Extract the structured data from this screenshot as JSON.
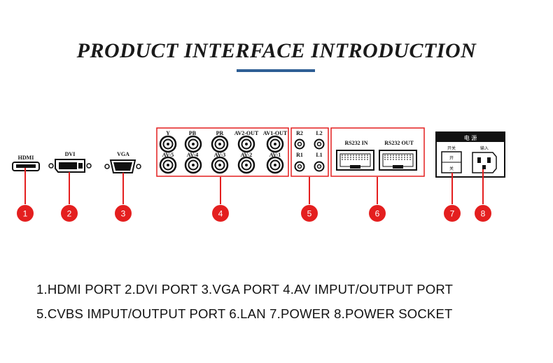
{
  "title": "PRODUCT INTERFACE INTRODUCTION",
  "ports": {
    "hdmi": "HDMI",
    "dvi": "DVI",
    "vga": "VGA",
    "av_top": [
      "Y",
      "PB",
      "PR",
      "AV2-OUT",
      "AV1-OUT"
    ],
    "av_bottom": [
      "AV-5",
      "AV-4",
      "AV-3",
      "AV-2",
      "AV-1"
    ],
    "cvbs_top": [
      "R2",
      "L2"
    ],
    "cvbs_bottom": [
      "R1",
      "L1"
    ],
    "lan": [
      "RS232  IN",
      "RS232  OUT"
    ],
    "power_header": "电    源",
    "power_switch": [
      "开",
      "关"
    ],
    "power_switch_label": "开关",
    "power_socket_label": "输入"
  },
  "callouts": [
    "1",
    "2",
    "3",
    "4",
    "5",
    "6",
    "7",
    "8"
  ],
  "captions": [
    "1.HDMI PORT 2.DVI PORT 3.VGA PORT 4.AV IMPUT/OUTPUT PORT",
    "5.CVBS IMPUT/OUTPUT PORT 6.LAN 7.POWER 8.POWER SOCKET"
  ],
  "colors": {
    "accent_red": "#e41f1f",
    "underline_blue": "#2f5f95"
  }
}
